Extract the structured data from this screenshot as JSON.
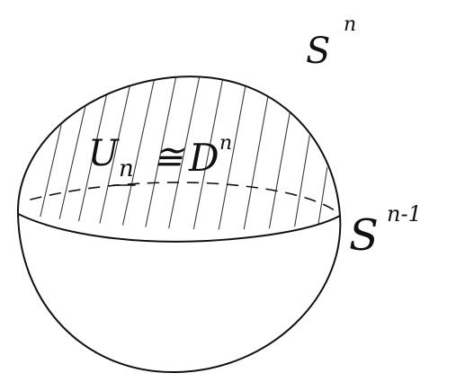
{
  "labels": {
    "sphere": "S",
    "sphere_exponent": "n",
    "equator": "S",
    "equator_exponent": "n-1",
    "hemisphere_lhs": "U",
    "hemisphere_lhs_sub": "n",
    "relation_symbol": "≅",
    "hemisphere_rhs": "D",
    "hemisphere_rhs_exponent": "n"
  },
  "style": {
    "ink_color": "#111111",
    "background": "#ffffff"
  }
}
